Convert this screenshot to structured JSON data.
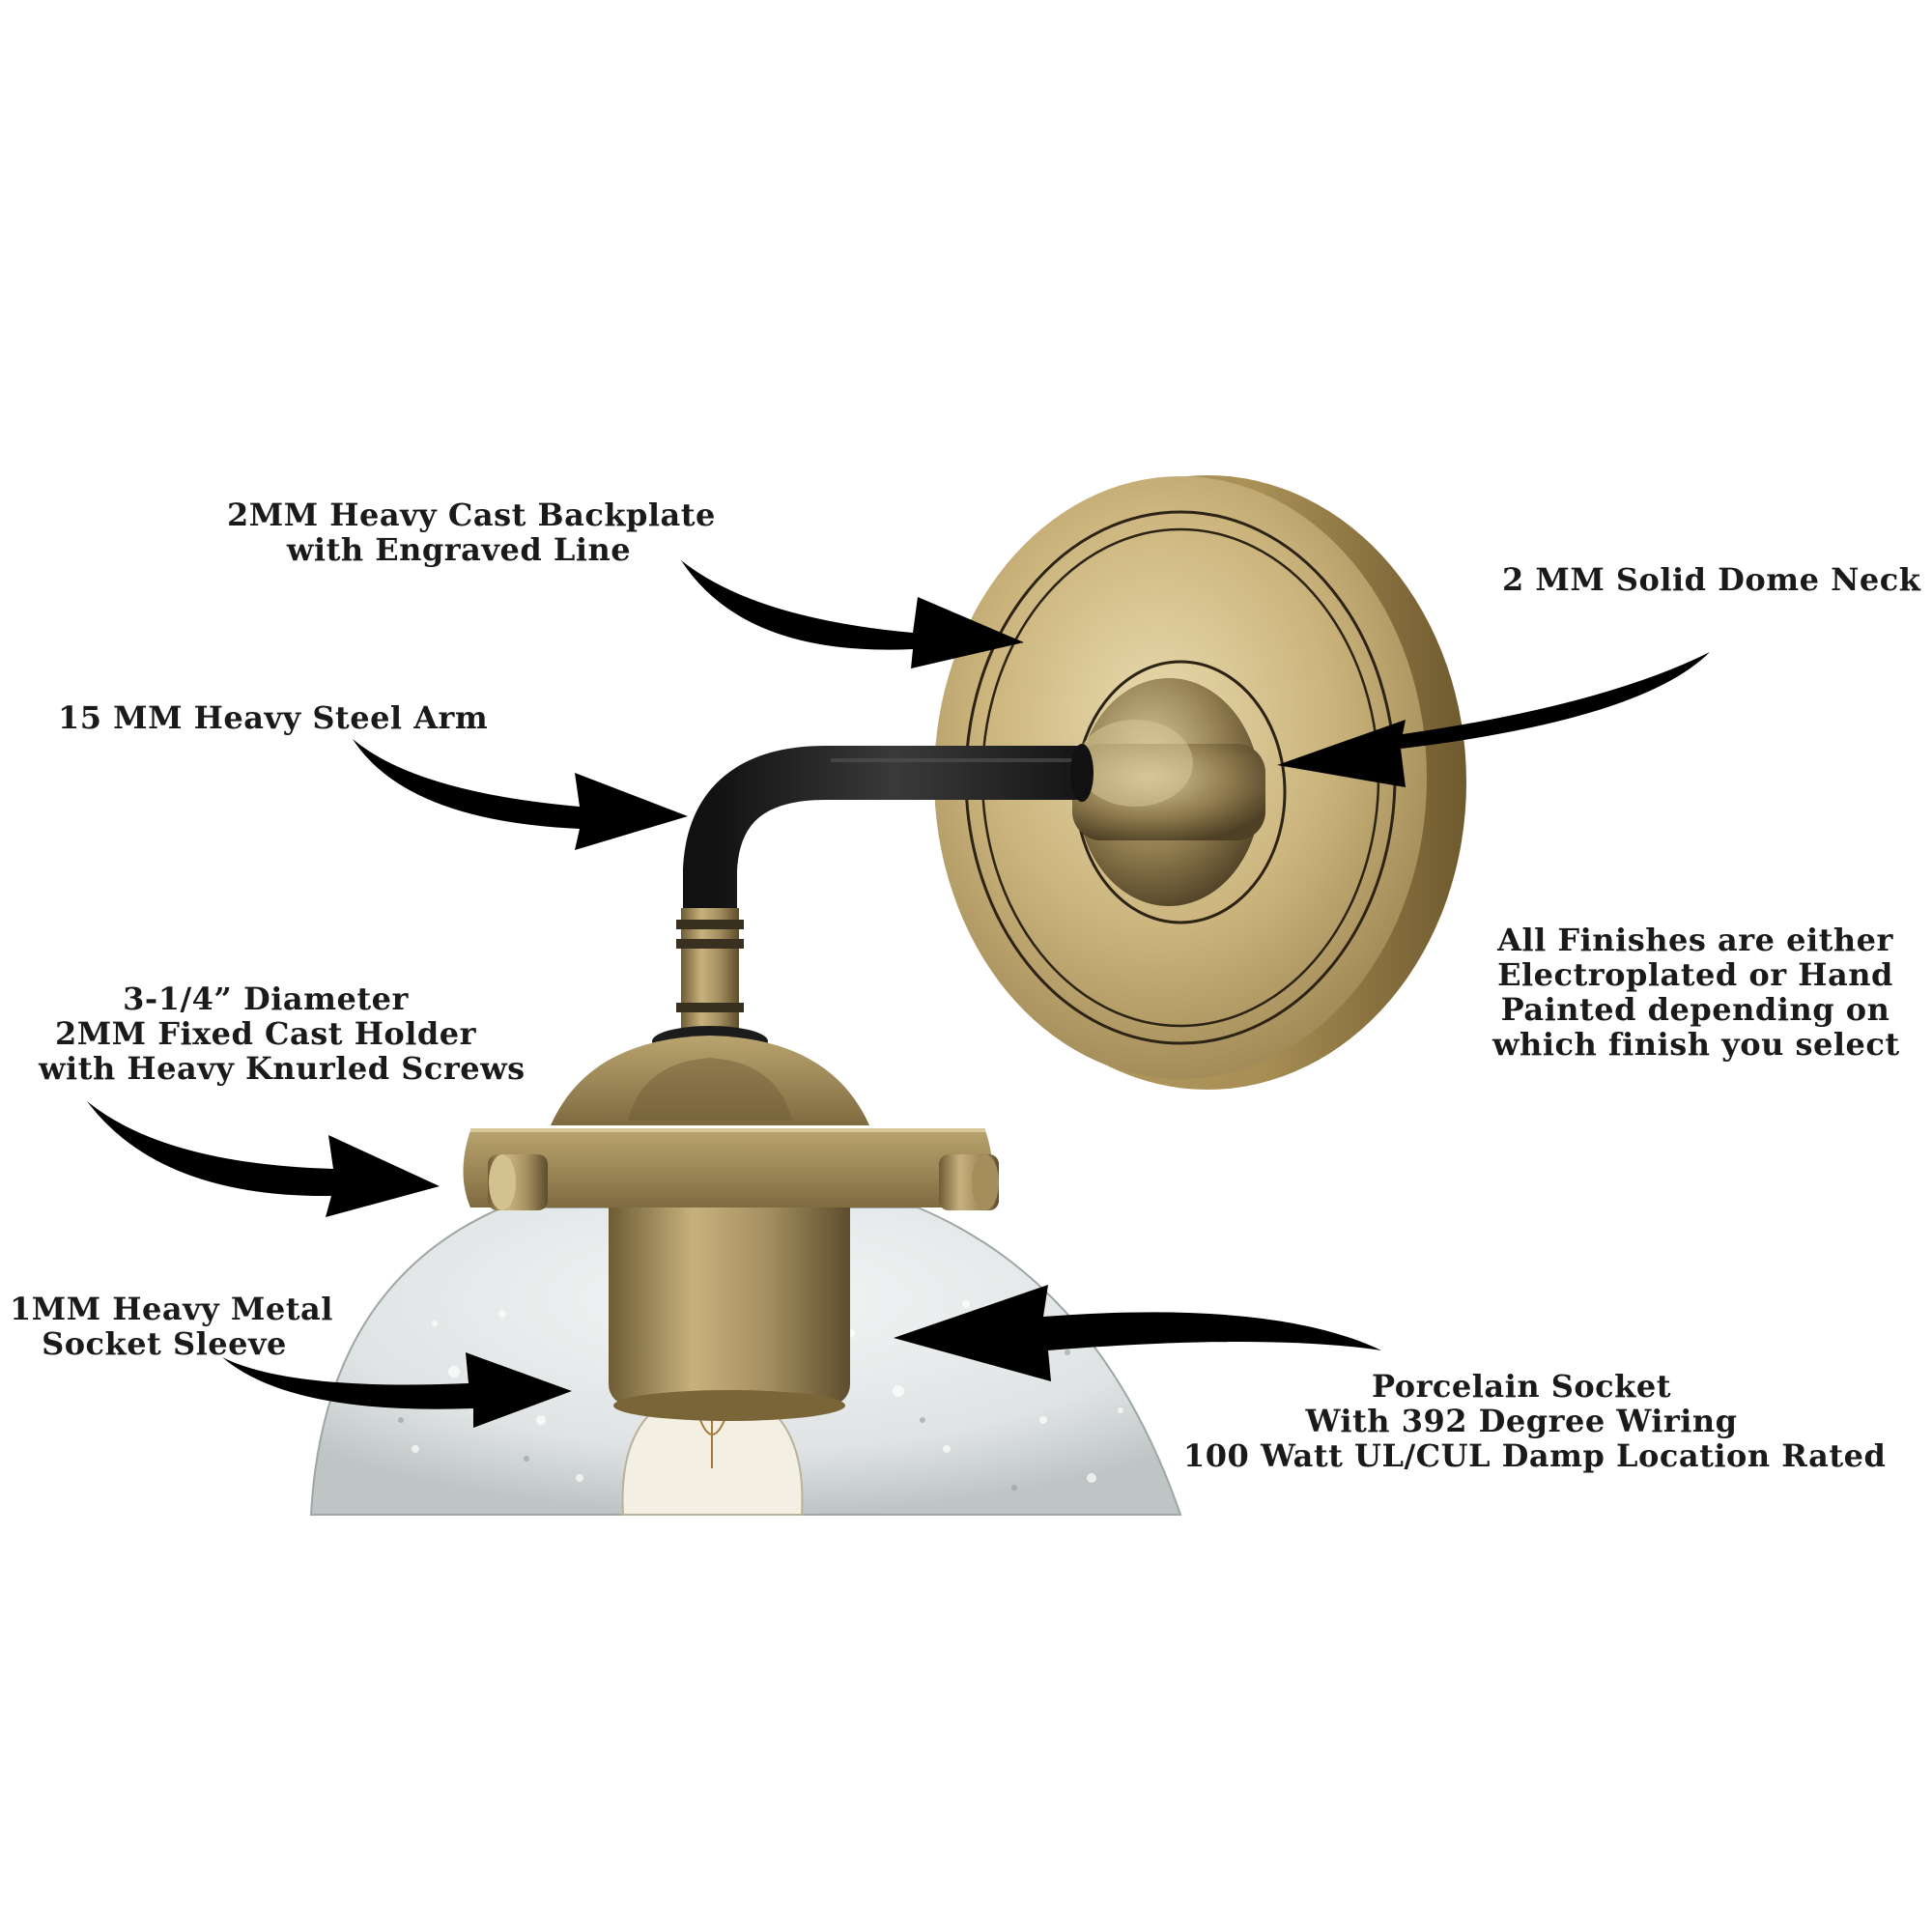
{
  "callouts": {
    "backplate": {
      "lines": [
        "2MM Heavy Cast Backplate",
        "with Engraved Line"
      ]
    },
    "dome_neck": {
      "lines": [
        "2 MM Solid Dome Neck"
      ]
    },
    "arm": {
      "lines": [
        "15 MM Heavy Steel Arm"
      ]
    },
    "holder": {
      "lines": [
        "3-1/4” Diameter",
        "2MM Fixed Cast Holder",
        "with Heavy Knurled Screws"
      ]
    },
    "finishes": {
      "lines": [
        "All Finishes are either",
        "Electroplated or Hand",
        "Painted depending  on",
        "which finish you select"
      ]
    },
    "sleeve": {
      "lines": [
        "1MM Heavy Metal",
        "Socket Sleeve"
      ]
    },
    "socket": {
      "lines": [
        "Porcelain Socket",
        "With 392 Degree Wiring",
        "100 Watt UL/CUL  Damp Location Rated"
      ]
    }
  },
  "colors": {
    "brass": "#c9b27a",
    "brass_dark": "#8a7444",
    "arm_black": "#222222",
    "arrow": "#000000",
    "glass": "#dfe3e3"
  },
  "icons": [
    "backplate-arrow",
    "dome-neck-arrow",
    "arm-arrow",
    "holder-arrow",
    "sleeve-arrow",
    "socket-arrow"
  ]
}
